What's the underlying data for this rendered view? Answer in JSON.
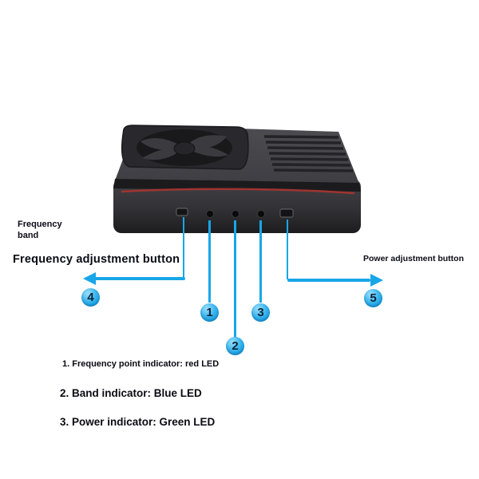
{
  "colors": {
    "accent_blue": "#18a6e8",
    "device_body": "#3a3a3e",
    "red_stripe": "#a03430",
    "background": "#ffffff"
  },
  "annotations": {
    "frequency_band_label": "Frequency\nband",
    "frequency_adjustment_label": "Frequency adjustment button",
    "power_adjustment_label": "Power adjustment button",
    "markers": {
      "frequency_adjust": "4",
      "frequency_point_led": "1",
      "band_led": "2",
      "power_led": "3",
      "power_adjust": "5"
    },
    "legend": [
      "1. Frequency point indicator: red LED",
      "2. Band indicator: Blue LED",
      "3. Power indicator: Green LED"
    ]
  }
}
